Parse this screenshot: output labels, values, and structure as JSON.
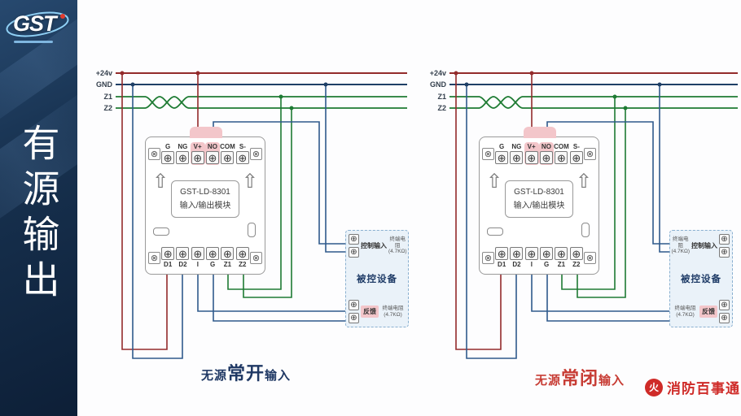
{
  "sidebar": {
    "logo": "GST",
    "vertical_title": "有源输出"
  },
  "bus_labels": [
    "+24v",
    "GND",
    "Z1",
    "Z2"
  ],
  "module": {
    "name_line1": "GST-LD-8301",
    "name_line2": "输入/输出模块",
    "top_terminals": [
      "G",
      "NG",
      "V+",
      "NO",
      "COM",
      "S-"
    ],
    "bottom_terminals": [
      "D1",
      "D2",
      "I",
      "G",
      "Z1",
      "Z2"
    ]
  },
  "device_box": {
    "title": "被控设备",
    "control_label": "控制输入",
    "feedback_label": "反馈",
    "resistor_line1": "终端电阻",
    "resistor_line2": "(4.7KΩ)"
  },
  "diagrams": [
    {
      "caption": {
        "prefix": "无源",
        "emph": "常开",
        "suffix": "输入"
      }
    },
    {
      "caption": {
        "prefix": "无源",
        "emph": "常闭",
        "suffix": "输入"
      }
    }
  ],
  "brand": {
    "text": "消防百事通",
    "icon": "火"
  },
  "icons": {
    "terminal_screw": "⊕",
    "corner_screw": "⊗",
    "up_arrow": "⇧"
  },
  "colors": {
    "bus_24v": "#932b2b",
    "bus_gnd": "#1e3f66",
    "bus_signal_green": "#1e7b33",
    "wire_blue": "#2f5a8c",
    "highlight_pink": "#f3c6ca",
    "caption_left": "#1f3864",
    "caption_right": "#c73c34",
    "brand_red": "#cf2b28",
    "sidebar_bg": "#152a45"
  }
}
